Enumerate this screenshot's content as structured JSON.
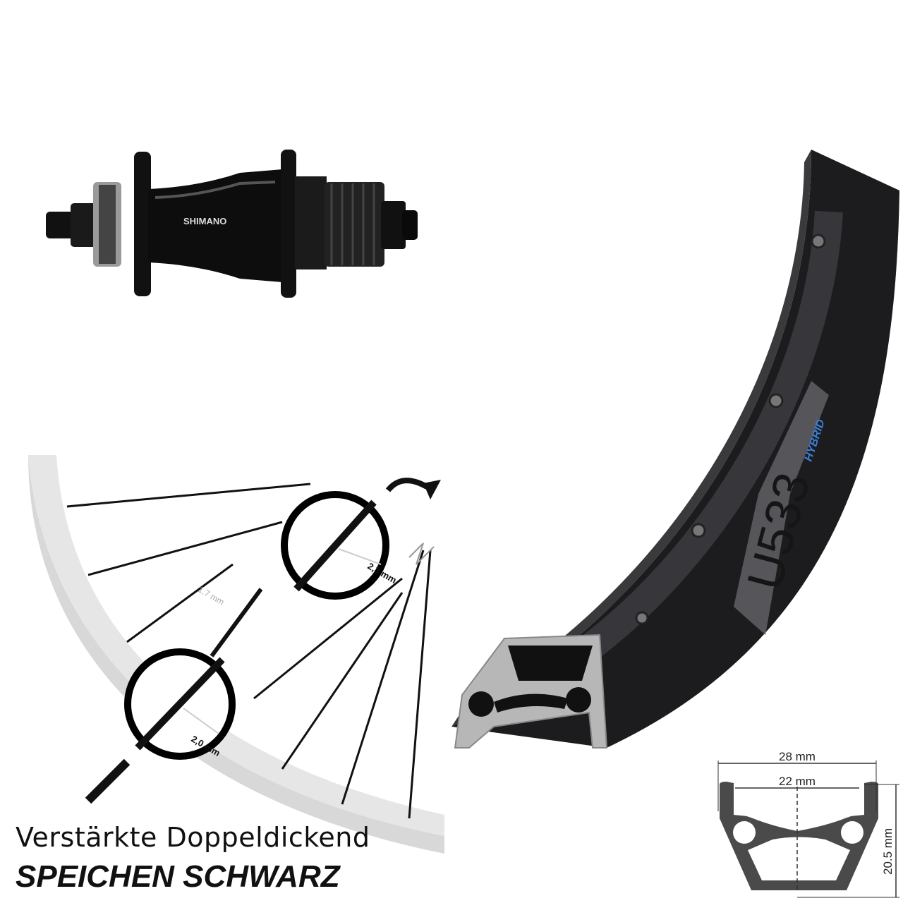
{
  "hub": {
    "brand": "SHIMANO"
  },
  "rim": {
    "model": "U533",
    "sticker_label": "HYBRID",
    "sticker_color": "#3b7fd6"
  },
  "spokes": {
    "thick_end": "2,3 mm",
    "thin_middle": "1,7 mm",
    "thick_head": "2,0 mm"
  },
  "profile": {
    "outer_width": "28 mm",
    "inner_width": "22 mm",
    "height": "20.5 mm"
  },
  "captions": {
    "line1": "Verstärkte Doppeldickend",
    "line2": "SPEICHEN SCHWARZ"
  }
}
